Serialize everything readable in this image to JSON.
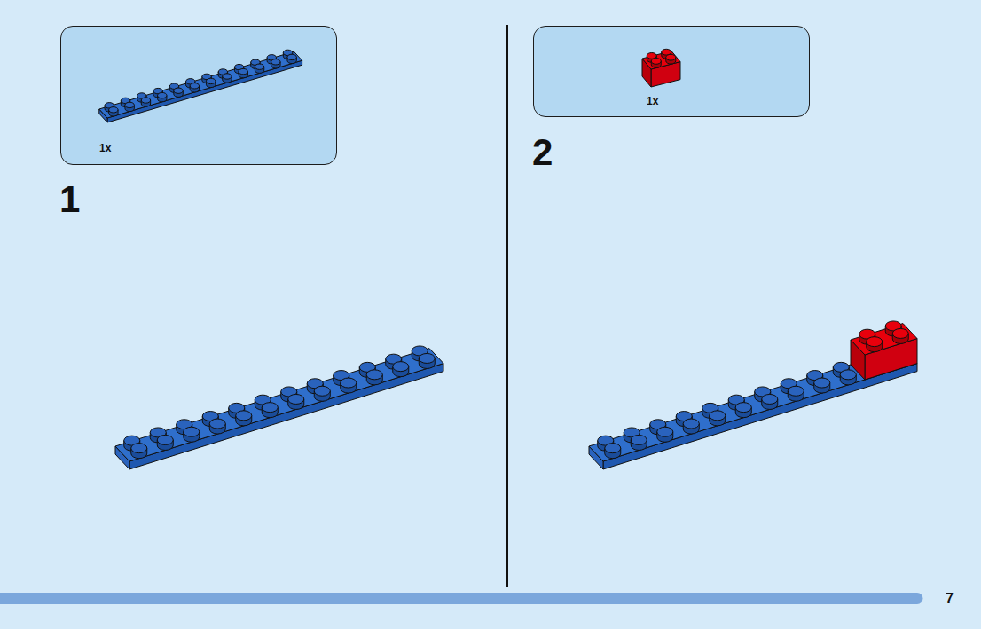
{
  "diagram": {
    "nodes": [
      {
        "text": [
          "1x"
        ]
      },
      {
        "text": [
          "1x"
        ]
      }
    ],
    "labels": [
      "1",
      "2",
      "7"
    ]
  }
}
